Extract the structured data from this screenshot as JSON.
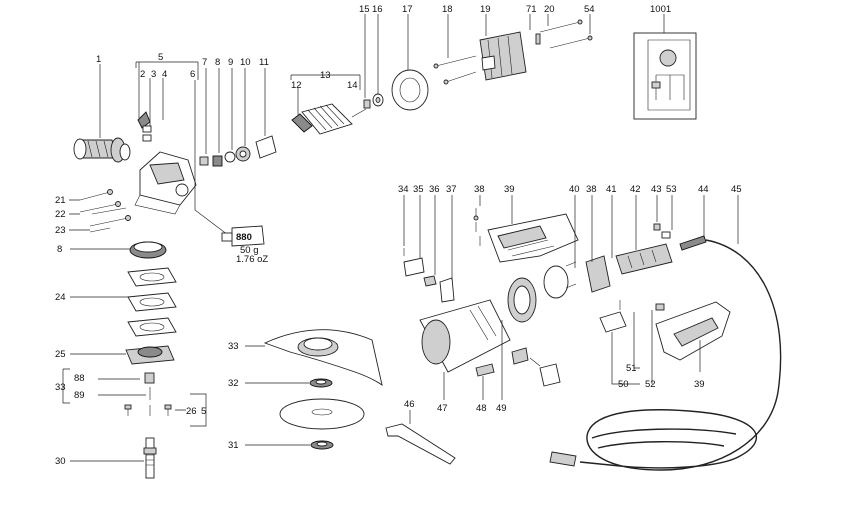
{
  "callouts": {
    "c1": "1",
    "c2": "2",
    "c3": "3",
    "c4": "4",
    "c5": "5",
    "c6": "6",
    "c7": "7",
    "c8": "8",
    "c8b": "8",
    "c9": "9",
    "c10": "10",
    "c11": "11",
    "c12": "12",
    "c13": "13",
    "c14": "14",
    "c15": "15",
    "c16": "16",
    "c17": "17",
    "c18": "18",
    "c19": "19",
    "c20": "20",
    "c21": "21",
    "c22": "22",
    "c23": "23",
    "c24": "24",
    "c25": "25",
    "c26": "26",
    "c5b": "5",
    "c30": "30",
    "c31": "31",
    "c32": "32",
    "c33": "33",
    "c33b": "33",
    "c34": "34",
    "c35": "35",
    "c36": "36",
    "c37": "37",
    "c38": "38",
    "c38b": "38",
    "c39": "39",
    "c39b": "39",
    "c40": "40",
    "c41": "41",
    "c42": "42",
    "c43": "43",
    "c44": "44",
    "c45": "45",
    "c46": "46",
    "c47": "47",
    "c48": "48",
    "c49": "49",
    "c50": "50",
    "c51": "51",
    "c52": "52",
    "c53": "53",
    "c54": "54",
    "c71": "71",
    "c88": "88",
    "c89": "89",
    "c1001": "1001"
  },
  "grease_tube": {
    "code": "880",
    "weight_metric": "50 g",
    "weight_imperial": "1.76 oZ"
  },
  "colors": {
    "line": "#222222",
    "shade": "#cfcfcf",
    "dark": "#8a8a8a",
    "background": "#ffffff"
  }
}
